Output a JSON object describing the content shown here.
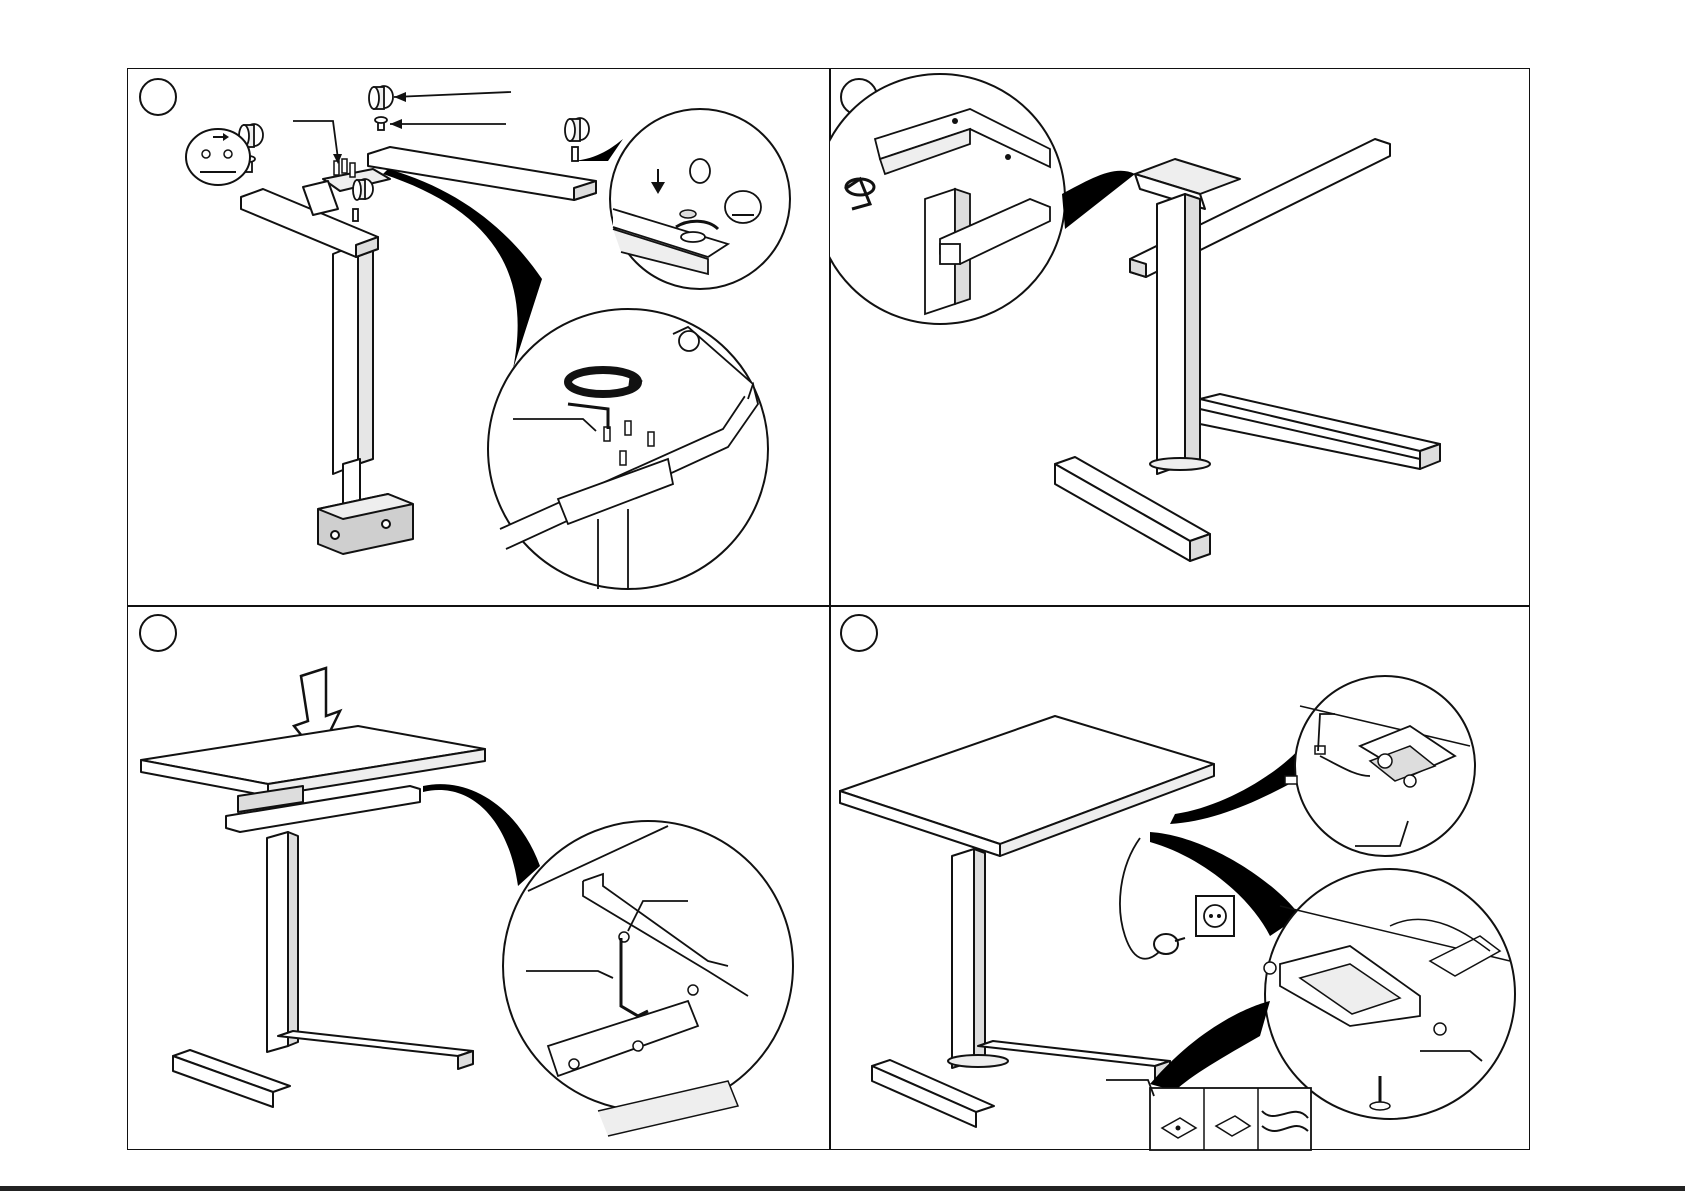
{
  "document": {
    "type": "assembly-instructions",
    "steps": [
      {
        "id": "step-1"
      },
      {
        "id": "step-2"
      },
      {
        "id": "step-3"
      },
      {
        "id": "step-4"
      }
    ]
  },
  "colors": {
    "line": "#111111",
    "fill": "#ffffff",
    "shade": "#d9d9d9",
    "black": "#000000"
  },
  "icons": [
    "hex-key-icon",
    "rotation-arrow-icon",
    "down-arrow-icon",
    "screw-icon",
    "cap-icon",
    "power-socket-icon",
    "power-plug-icon"
  ]
}
